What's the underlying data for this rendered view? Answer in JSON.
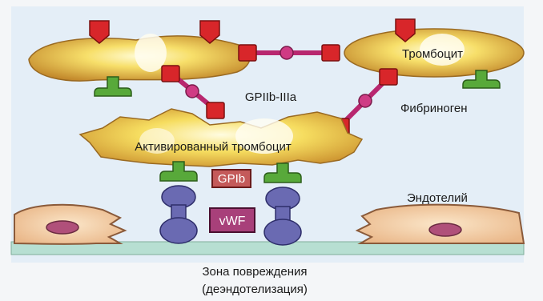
{
  "labels": {
    "platelet": "Тромбоцит",
    "gpiib_iiia": "GPIIb-IIIa",
    "fibrinogen": "Фибриноген",
    "activated_platelet": "Активированный тромбоцит",
    "gpib": "GPIb",
    "vwf": "vWF",
    "endothelium": "Эндотелий",
    "injury_zone_line1": "Зона повреждения",
    "injury_zone_line2": "(деэндотелизация)"
  },
  "colors": {
    "panel_background": "#e4eef7",
    "platelet_fill": "#d4a53a",
    "platelet_core": "#fff4a8",
    "receptor_red": "#d8262a",
    "fibrinogen_link": "#b8276f",
    "gpib_green": "#58a93a",
    "vwf_blue": "#6a6ab2",
    "gpib_box": "#c45a5a",
    "vwf_box": "#a8407a",
    "endothelial_cell": "#f3d3ac",
    "basement": "#b7dfd2"
  }
}
